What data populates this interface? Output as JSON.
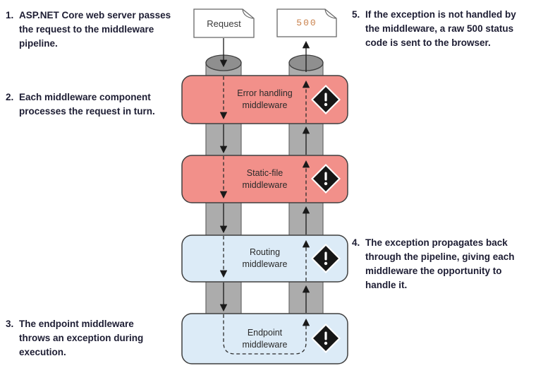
{
  "annotations": {
    "a1": {
      "num": "1.",
      "text": "ASP.NET Core web server passes\nthe request to the middleware\npipeline."
    },
    "a2": {
      "num": "2.",
      "text": "Each middleware component\nprocesses the request in turn."
    },
    "a3": {
      "num": "3.",
      "text": "The endpoint middleware\nthrows an exception during\nexecution."
    },
    "a4": {
      "num": "4.",
      "text": "The exception propagates back\nthrough the pipeline, giving each\nmiddleware the opportunity to\nhandle it."
    },
    "a5": {
      "num": "5.",
      "text": "If the exception is not handled by\nthe middleware, a raw 500 status\ncode is sent to the browser."
    }
  },
  "documents": {
    "request": {
      "label": "Request"
    },
    "response": {
      "label": "500"
    }
  },
  "middleware": [
    {
      "label": "Error handling\nmiddleware",
      "kind": "error-handling",
      "has_exception_icon": true
    },
    {
      "label": "Static-file\nmiddleware",
      "kind": "static-file",
      "has_exception_icon": true
    },
    {
      "label": "Routing\nmiddleware",
      "kind": "routing",
      "has_exception_icon": true
    },
    {
      "label": "Endpoint\nmiddleware",
      "kind": "endpoint",
      "has_exception_icon": true
    }
  ],
  "icons": {
    "exception": "exclamation-diamond-icon"
  },
  "colors": {
    "handled_box_fill": "#F2908A",
    "unhandled_box_fill": "#DCEBF7",
    "box_border": "#3F3F3F",
    "pipe_fill": "#ACACAC",
    "pipe_cap_fill": "#8F8F8F",
    "arrow": "#1A1A1A",
    "status_code_text": "#C9804A",
    "annotation_text": "#1D1D33"
  }
}
